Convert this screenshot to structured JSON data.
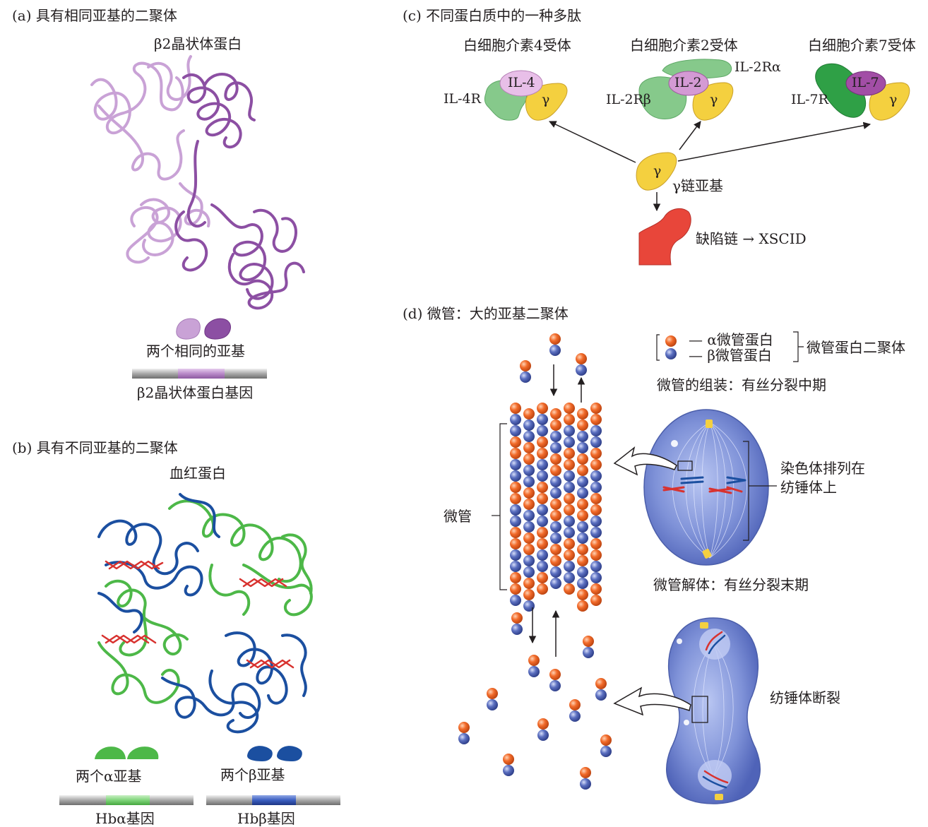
{
  "panel_a": {
    "heading": "(a)  具有相同亚基的二聚体",
    "protein_title": "β2晶状体蛋白",
    "subunit_caption": "两个相同的亚基",
    "gene_caption": "β2晶状体蛋白基因",
    "colors": {
      "light": "#c9a2d6",
      "dark": "#8c4fa3"
    }
  },
  "panel_b": {
    "heading": "(b)  具有不同亚基的二聚体",
    "protein_title": "血红蛋白",
    "alpha_caption": "两个α亚基",
    "beta_caption": "两个β亚基",
    "alpha_gene": "Hbα基因",
    "beta_gene": "Hbβ基因",
    "colors": {
      "green": "#4db848",
      "blue": "#1b4fa0",
      "heme": "#d8322f"
    }
  },
  "panel_c": {
    "heading": "(c)  不同蛋白质中的一种多肽",
    "receptor_titles": [
      "白细胞介素4受体",
      "白细胞介素2受体",
      "白细胞介素7受体"
    ],
    "labels": {
      "il4": "IL-4",
      "il4r": "IL-4R",
      "il2": "IL-2",
      "il2rb": "IL-2Rβ",
      "il2ra": "IL-2Rα",
      "il7": "IL-7",
      "il7r": "IL-7R",
      "gamma": "γ",
      "gamma_chain": "γ链亚基",
      "defect": "缺陷链 → XSCID"
    },
    "colors": {
      "yellow": "#f4d03f",
      "green": "#86c98b",
      "red": "#e8463a"
    }
  },
  "panel_d": {
    "heading": "(d)  微管：大的亚基二聚体",
    "alpha_label": "— α微管蛋白",
    "beta_label": "— β微管蛋白",
    "dimer_label": "微管蛋白二聚体",
    "assembly": "微管的组装：有丝分裂中期",
    "chromosome_label": [
      "染色体排列在",
      "纺锤体上"
    ],
    "microtubule": "微管",
    "disassembly": "微管解体：有丝分裂末期",
    "spindle_break": "纺锤体断裂",
    "colors": {
      "alpha": "#f26b2a",
      "beta": "#5b6fc0",
      "cell": "#6478c8"
    }
  }
}
